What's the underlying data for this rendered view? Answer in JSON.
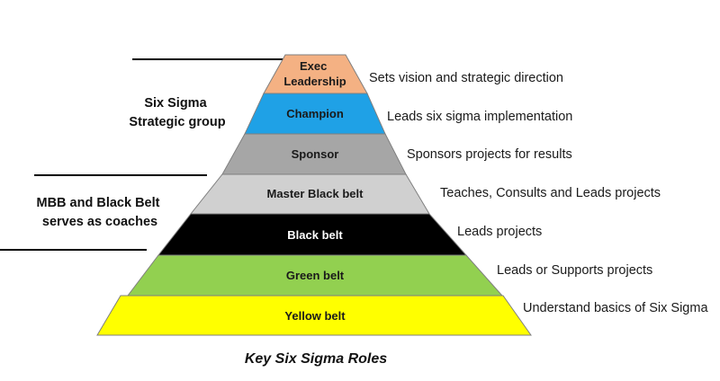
{
  "caption": "Key Six Sigma Roles",
  "groups": [
    {
      "lines": [
        "Six Sigma",
        "Strategic group"
      ]
    },
    {
      "lines": [
        "MBB and Black Belt",
        "serves as coaches"
      ]
    }
  ],
  "tiers": [
    {
      "label_lines": [
        "Exec",
        "Leadership"
      ],
      "description": "Sets vision and strategic direction",
      "color": "#F4B183",
      "text_color": "#1a1a1a"
    },
    {
      "label_lines": [
        "Champion"
      ],
      "description": "Leads six sigma implementation",
      "color": "#1FA1E6",
      "text_color": "#1a1a1a"
    },
    {
      "label_lines": [
        "Sponsor"
      ],
      "description": "Sponsors projects for results",
      "color": "#A6A6A6",
      "text_color": "#1a1a1a"
    },
    {
      "label_lines": [
        "Master Black belt"
      ],
      "description": "Teaches, Consults and Leads projects",
      "color": "#D0D0D0",
      "text_color": "#1a1a1a"
    },
    {
      "label_lines": [
        "Black belt"
      ],
      "description": "Leads projects",
      "color": "#000000",
      "text_color": "#ffffff"
    },
    {
      "label_lines": [
        "Green belt"
      ],
      "description": "Leads or Supports projects",
      "color": "#92D050",
      "text_color": "#1a1a1a"
    },
    {
      "label_lines": [
        "Yellow belt"
      ],
      "description": "Understand basics of Six Sigma",
      "color": "#FFFF00",
      "text_color": "#1a1a1a"
    }
  ],
  "colors": {
    "outline": "#7F7F7F",
    "divider": "#000000"
  }
}
